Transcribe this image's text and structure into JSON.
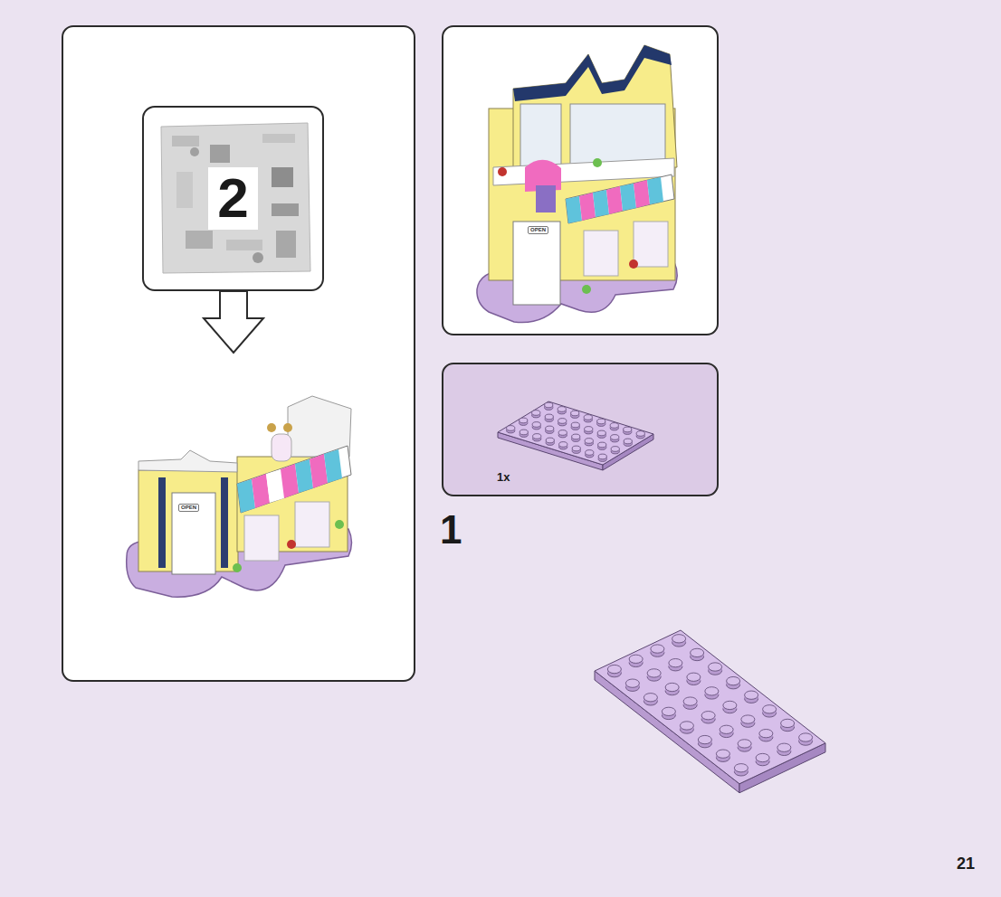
{
  "diagram": {
    "nodes": [
      {
        "text": [
          "2"
        ]
      },
      {
        "text": [
          "1x"
        ]
      }
    ],
    "labels": [
      "OPEN",
      "OPEN",
      "1",
      "21"
    ]
  }
}
